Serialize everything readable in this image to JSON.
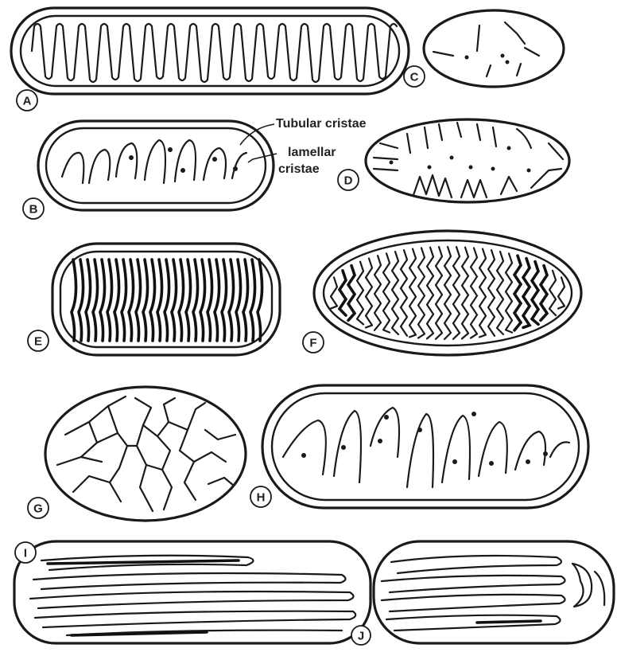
{
  "labels": {
    "A": "A",
    "B": "B",
    "C": "C",
    "D": "D",
    "E": "E",
    "F": "F",
    "G": "G",
    "H": "H",
    "I": "I",
    "J": "J"
  },
  "annotations": {
    "tubular": "Tubular cristae",
    "lamellar_line1": "lamellar",
    "lamellar_line2": "cristae"
  }
}
